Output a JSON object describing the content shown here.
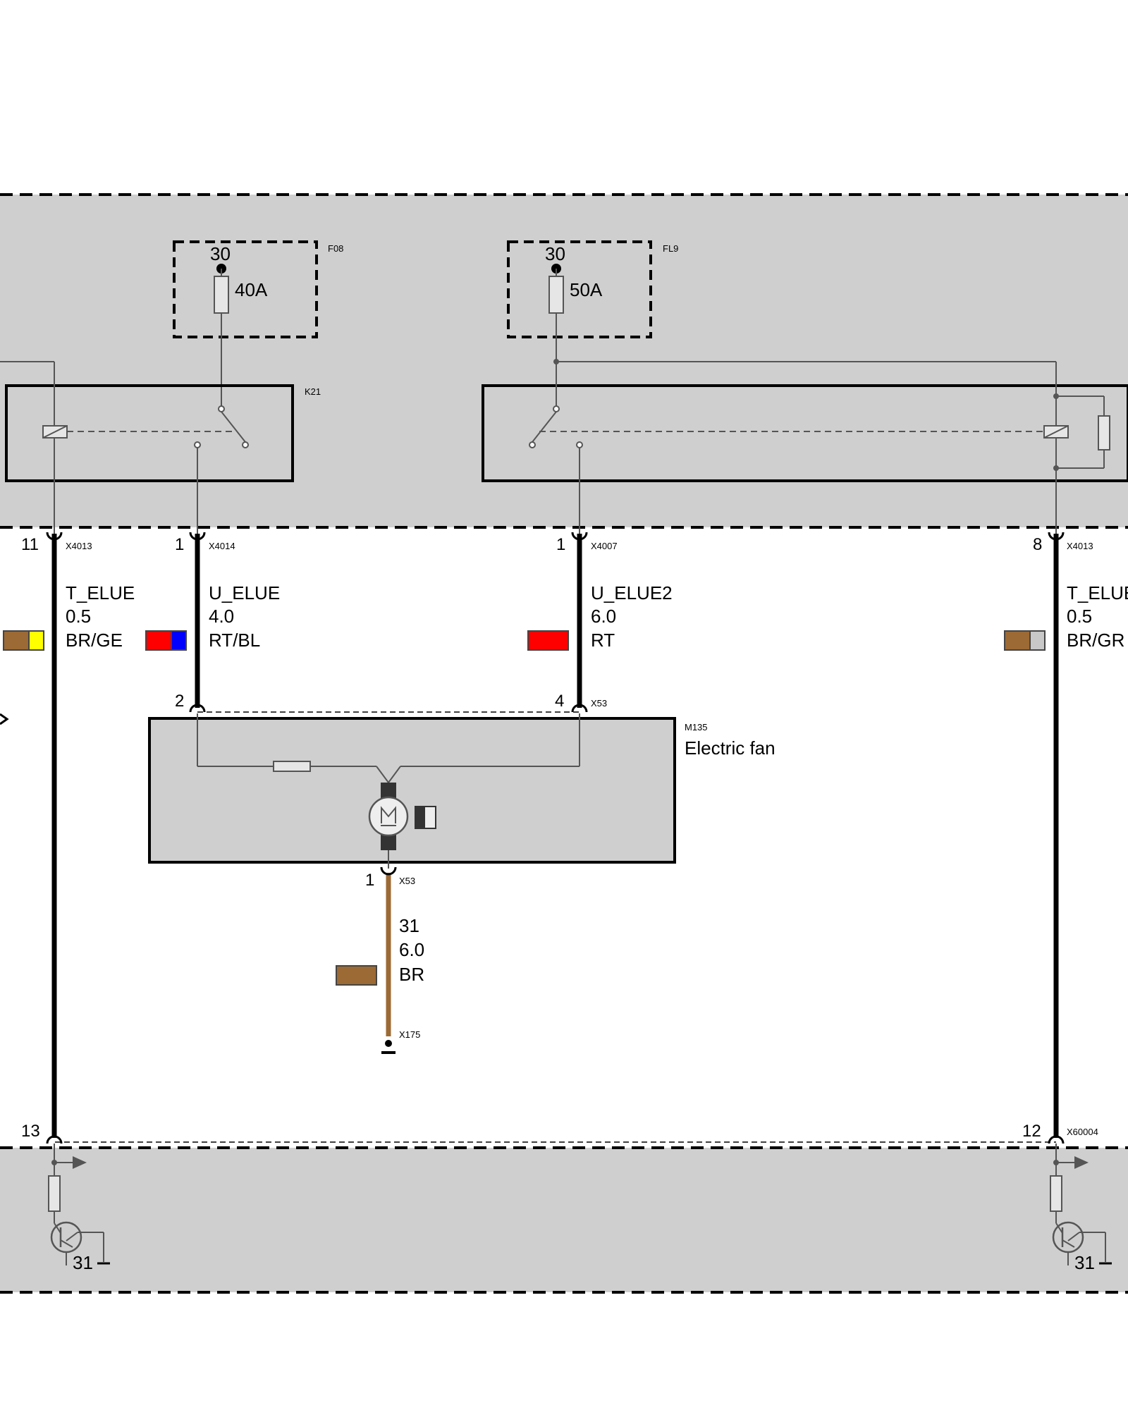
{
  "colors": {
    "module_fill": "#cfcfcf",
    "wire_black": "#000000",
    "brown": "#9c6a34",
    "yellow": "#ffff00",
    "red": "#ff0000",
    "blue": "#0000ff",
    "grey": "#c8c8c8"
  },
  "fuses": [
    {
      "tag": "F08",
      "terminal": "30",
      "rating": "40A"
    },
    {
      "tag": "FL9",
      "terminal": "30",
      "rating": "50A"
    }
  ],
  "relays": [
    {
      "tag": "K21"
    }
  ],
  "connectors": {
    "top_left": {
      "pin": "11",
      "tag": "X4013"
    },
    "top_mid1": {
      "pin": "1",
      "tag": "X4014"
    },
    "top_mid2": {
      "pin": "1",
      "tag": "X4007"
    },
    "top_right": {
      "pin": "8",
      "tag": "X4013"
    },
    "fan_in_left": {
      "pin": "2"
    },
    "fan_in_right": {
      "pin": "4",
      "tag": "X53"
    },
    "fan_out": {
      "pin": "1",
      "tag": "X53"
    },
    "ground": {
      "tag": "X175"
    },
    "bottom_left": {
      "pin": "13"
    },
    "bottom_right": {
      "pin": "12",
      "tag": "X60004"
    }
  },
  "wires": [
    {
      "signal": "T_ELUE",
      "gauge": "0.5",
      "color_code": "BR/GE"
    },
    {
      "signal": "U_ELUE",
      "gauge": "4.0",
      "color_code": "RT/BL"
    },
    {
      "signal": "U_ELUE2",
      "gauge": "6.0",
      "color_code": "RT"
    },
    {
      "signal": "T_ELUE",
      "gauge": "0.5",
      "color_code": "BR/GR"
    },
    {
      "signal": "31",
      "gauge": "6.0",
      "color_code": "BR"
    }
  ],
  "fan": {
    "tag": "M135",
    "name": "Electric fan"
  },
  "grounds": [
    {
      "terminal": "31"
    },
    {
      "terminal": "31"
    }
  ]
}
